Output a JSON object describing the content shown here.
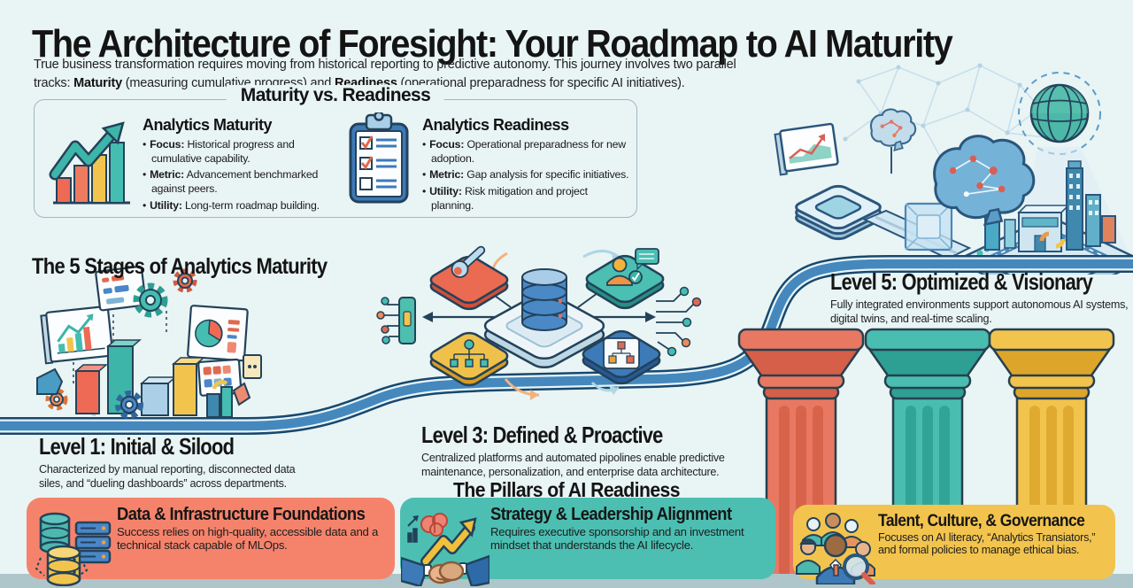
{
  "header": {
    "title": "The Architecture of Foresight: Your Roadmap to AI Maturity",
    "intro": {
      "part1": "True business transformation requires moving from historical reporting to predictive autonomy. This journey involves two parallel tracks: ",
      "bold1": "Maturity",
      "part2": " (measuring cumulative progress) and ",
      "bold2": "Readiness",
      "part3": " (operational preparadness for specific AI initiatives)."
    }
  },
  "comparison": {
    "title": "Maturity vs. Readiness",
    "maturity": {
      "heading": "Analytics Maturity",
      "bullets": [
        {
          "label": "Focus:",
          "text": "Historical progress and cumulative capability."
        },
        {
          "label": "Metric:",
          "text": "Advancement benchmarked against peers."
        },
        {
          "label": "Utility:",
          "text": "Long-term roadmap building."
        }
      ]
    },
    "readiness": {
      "heading": "Analytics Readiness",
      "bullets": [
        {
          "label": "Focus:",
          "text": "Operational preparadness for new adoption."
        },
        {
          "label": "Metric:",
          "text": "Gap analysis for specific initiatives."
        },
        {
          "label": "Utility:",
          "text": "Risk mitigation and project planning."
        }
      ]
    }
  },
  "stages": {
    "heading": "The 5 Stages of Analytics Maturity",
    "levels": [
      {
        "title": "Level 1: Initial & Silood",
        "description": "Characterized by manual reporting, disconnected data siles, and “dueling dashboards” across departments."
      },
      {
        "title": "Level 3: Defined & Proactive",
        "description": "Centralized platforms and automated pipolines enable predictive maintenance, personalization, and enterprise data architecture."
      },
      {
        "title": "Level 5: Optimized & Visionary",
        "description": "Fully integrated environments support autonomous AI systems, digital twins, and real-time scaling."
      }
    ]
  },
  "pillars_section": {
    "heading": "The Pillars of AI Readiness"
  },
  "cards": [
    {
      "title": "Data & Infrastructure Foundations",
      "description": "Success relies on high-quality, accessible data and a technical stack capable of MLOps.",
      "color": "#f5836c"
    },
    {
      "title": "Strategy & Leadership Alignment",
      "description": "Requires executive sponsorship and an investment mindset that understands the AI lifecycle.",
      "color": "#4cbfb2"
    },
    {
      "title": "Talent, Culture, & Governance",
      "description": "Focuses on AI literacy, “Analytics Transiators,” and formal policies to manage ethical bias.",
      "color": "#f2c44e"
    }
  ],
  "colors": {
    "background": "#e9f4f4",
    "road_fill": "#4588bd",
    "road_outline": "#17486e",
    "salmon": "#ee6a55",
    "teal": "#45bdb0",
    "yellow": "#f2c44d",
    "blue": "#3d7ab8",
    "text": "#1a1a1a"
  },
  "icons": {
    "comparison_left": "bar-chart-growth-icon",
    "comparison_right": "checklist-clipboard-icon",
    "stages_cluster": "analytics-tools-cluster-illustration",
    "level3_hub": "central-data-platform-illustration",
    "level5_scene": "ai-brain-smart-city-illustration",
    "pillar_columns": "three-pillars-illustration",
    "card1": "database-servers-icon",
    "card2": "handshake-growth-arrow-icon",
    "card3": "team-magnifier-icon"
  }
}
